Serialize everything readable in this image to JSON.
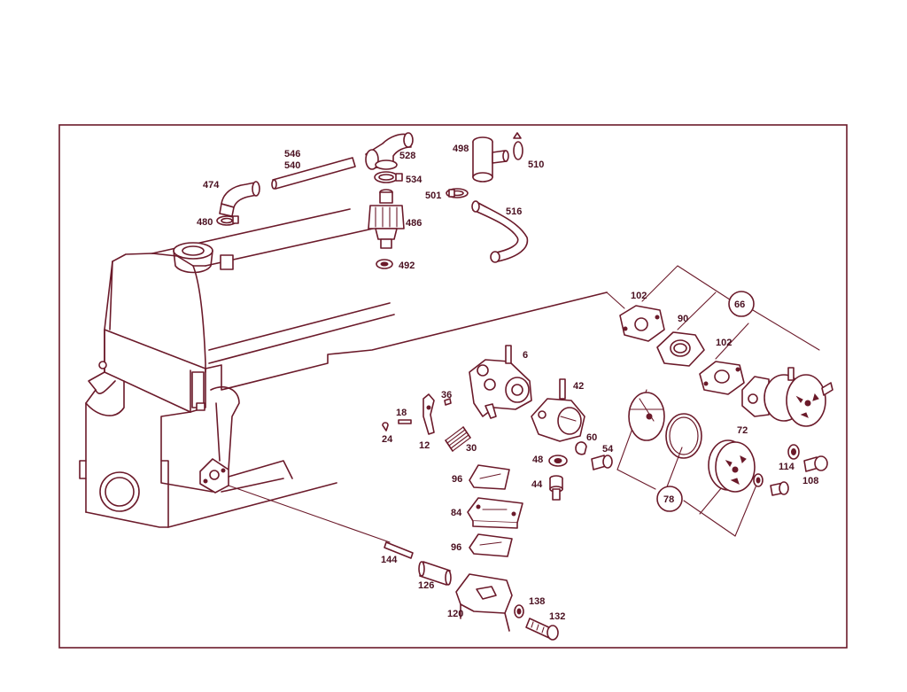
{
  "colors": {
    "line": "#6b1a2a",
    "label": "#4a1020",
    "background": "#ffffff"
  },
  "labels": {
    "p474": "474",
    "p480": "480",
    "p546": "546",
    "p540": "540",
    "p528": "528",
    "p534": "534",
    "p486": "486",
    "p492": "492",
    "p498": "498",
    "p510": "510",
    "p501": "501",
    "p516": "516",
    "p102a": "102",
    "p66": "66",
    "p90": "90",
    "p102b": "102",
    "p6": "6",
    "p36": "36",
    "p42": "42",
    "p18": "18",
    "p24": "24",
    "p12": "12",
    "p30": "30",
    "p60": "60",
    "p54": "54",
    "p48": "48",
    "p44": "44",
    "p72": "72",
    "p114": "114",
    "p108": "108",
    "p78": "78",
    "p96a": "96",
    "p84": "84",
    "p96b": "96",
    "p144": "144",
    "p126": "126",
    "p120": "120",
    "p138": "138",
    "p132": "132"
  }
}
